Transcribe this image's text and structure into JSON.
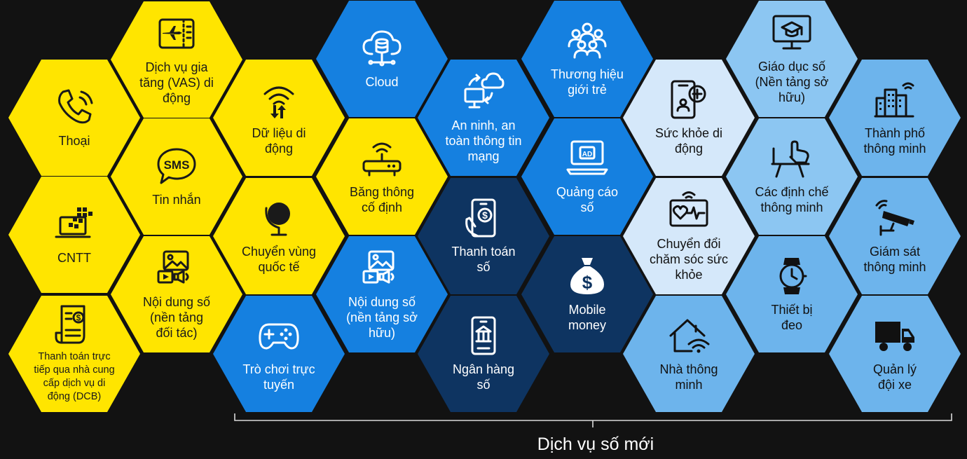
{
  "caption": "Dịch vụ số mới",
  "nodes": [
    {
      "id": "thoai",
      "label": "Thoại",
      "icon": "phone-icon",
      "color": "yellow"
    },
    {
      "id": "vas",
      "label": "Dịch vụ gia\ntăng (VAS) di\nđộng",
      "icon": "plane-ticket-icon",
      "color": "yellow"
    },
    {
      "id": "tin-nhan",
      "label": "Tin nhắn",
      "icon": "sms-bubble-icon",
      "color": "yellow"
    },
    {
      "id": "du-lieu",
      "label": "Dữ liệu di\nđộng",
      "icon": "wifi-data-icon",
      "color": "yellow"
    },
    {
      "id": "cntt",
      "label": "CNTT",
      "icon": "laptop-pixels-icon",
      "color": "yellow"
    },
    {
      "id": "noi-dung-doi-tac",
      "label": "Nội dung số\n(nền tảng\nđối tác)",
      "icon": "media-icon",
      "color": "yellow"
    },
    {
      "id": "chuyen-vung",
      "label": "Chuyển vùng\nquốc tế",
      "icon": "globe-icon",
      "color": "yellow"
    },
    {
      "id": "dcb",
      "label": "Thanh toán trực\ntiếp qua nhà cung\ncấp dịch vụ di\nđộng (DCB)",
      "icon": "invoice-icon",
      "color": "yellow"
    },
    {
      "id": "cloud",
      "label": "Cloud",
      "icon": "cloud-database-icon",
      "color": "blue"
    },
    {
      "id": "bang-thong",
      "label": "Băng thông\ncố định",
      "icon": "router-icon",
      "color": "yellow"
    },
    {
      "id": "an-ninh",
      "label": "An ninh, an\ntoàn thông tin\nmạng",
      "icon": "cloud-sync-icon",
      "color": "blue"
    },
    {
      "id": "noi-dung-so-huu",
      "label": "Nội dung số\n(nền tảng sở\nhữu)",
      "icon": "media-icon",
      "color": "blue"
    },
    {
      "id": "tro-choi",
      "label": "Trò chơi trực\ntuyến",
      "icon": "gamepad-icon",
      "color": "blue"
    },
    {
      "id": "thanh-toan-so",
      "label": "Thanh toán\nsố",
      "icon": "mobile-payment-icon",
      "color": "navy"
    },
    {
      "id": "ngan-hang",
      "label": "Ngân hàng\nsố",
      "icon": "mobile-bank-icon",
      "color": "navy"
    },
    {
      "id": "thuong-hieu",
      "label": "Thương hiệu\ngiới trẻ",
      "icon": "group-icon",
      "color": "blue"
    },
    {
      "id": "quang-cao",
      "label": "Quảng cáo\nsố",
      "icon": "ad-screen-icon",
      "color": "blue"
    },
    {
      "id": "mobile-money",
      "label": "Mobile\nmoney",
      "icon": "money-bag-icon",
      "color": "navy"
    },
    {
      "id": "suc-khoe",
      "label": "Sức khỏe di\nđộng",
      "icon": "mobile-health-icon",
      "color": "light"
    },
    {
      "id": "cham-soc",
      "label": "Chuyển đổi\nchăm sóc sức\nkhỏe",
      "icon": "heart-monitor-icon",
      "color": "light"
    },
    {
      "id": "nha-thong-minh",
      "label": "Nhà thông\nminh",
      "icon": "smart-home-icon",
      "color": "sky"
    },
    {
      "id": "giao-duc",
      "label": "Giáo dục số\n(Nền tảng sở\nhữu)",
      "icon": "education-screen-icon",
      "color": "sky2"
    },
    {
      "id": "dinh-che",
      "label": "Các định chế\nthông minh",
      "icon": "presentation-icon",
      "color": "sky2"
    },
    {
      "id": "thiet-bi-deo",
      "label": "Thiết bị\nđeo",
      "icon": "watch-icon",
      "color": "sky"
    },
    {
      "id": "thanh-pho",
      "label": "Thành phố\nthông minh",
      "icon": "smart-city-icon",
      "color": "sky"
    },
    {
      "id": "giam-sat",
      "label": "Giám sát\nthông minh",
      "icon": "cctv-icon",
      "color": "sky"
    },
    {
      "id": "quan-ly-xe",
      "label": "Quản lý\nđội xe",
      "icon": "truck-icon",
      "color": "sky"
    }
  ]
}
